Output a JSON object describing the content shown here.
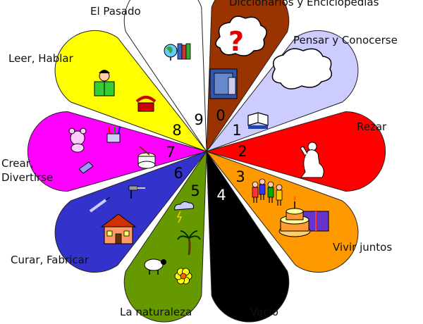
{
  "petals": [
    {
      "number": "0",
      "label": "Diccionarios y Enciclopedias",
      "color": "#993300",
      "icon": "question-mark-cloud-and-books-icon"
    },
    {
      "number": "1",
      "label": "Pensar y Conocerse",
      "color": "#ccccff",
      "icon": "thought-cloud-and-open-book-icon"
    },
    {
      "number": "2",
      "label": "Rezar",
      "color": "#ff0000",
      "icon": "praying-figure-icon"
    },
    {
      "number": "3",
      "label": "Vivir juntos",
      "color": "#ff9900",
      "icon": "family-and-birthday-cake-icon"
    },
    {
      "number": "4",
      "label": "Vacío",
      "color": "#000000",
      "icon": ""
    },
    {
      "number": "5",
      "label": "La naturaleza",
      "color": "#669900",
      "icon": "weather-palm-sheep-flower-icon"
    },
    {
      "number": "6",
      "label": "Curar, Fabricar",
      "color": "#3333cc",
      "icon": "house-syringe-tools-icon"
    },
    {
      "number": "7",
      "label": "Crear,\nDivertirse",
      "color": "#ff00ff",
      "icon": "teddy-drum-crayons-icon"
    },
    {
      "number": "8",
      "label": "Leer, Hablar",
      "color": "#ffff00",
      "icon": "reader-and-telephone-icon"
    },
    {
      "number": "9",
      "label": "El Pasado",
      "color": "#ffffff",
      "icon": "globe-and-books-icon"
    }
  ]
}
